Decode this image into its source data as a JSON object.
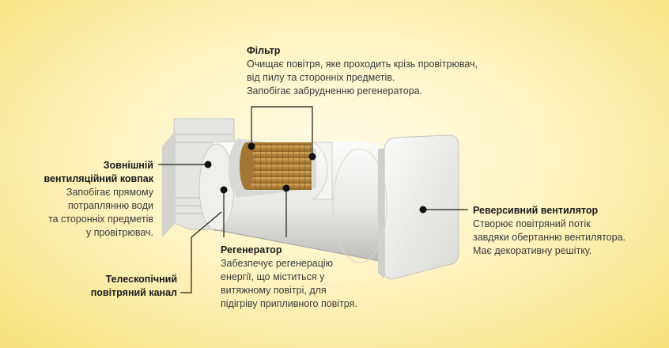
{
  "labels": {
    "filter": {
      "title": "Фільтр",
      "lines": [
        "Очищає повітря, яке проходить крізь провітрювач,",
        "від пилу та сторонніх предметів.",
        "Запобігає забрудненню регенератора."
      ]
    },
    "outer_hood": {
      "title_lines": [
        "Зовнішній",
        "вентиляційний ковпак"
      ],
      "lines": [
        "Запобігає прямому",
        "потраплянню води",
        "та сторонніх предметів",
        "у провітрювач."
      ]
    },
    "regenerator": {
      "title": "Регенератор",
      "lines": [
        "Забезпечує регенерацію",
        "енергії, що міститься у",
        "витяжному повітрі, для",
        "підігріву припливного повітря."
      ]
    },
    "telescopic": {
      "title_lines": [
        "Телескопічний",
        "повітряний канал"
      ]
    },
    "reversible_fan": {
      "title": "Реверсивний вентилятор",
      "lines": [
        "Створює повітряний потік",
        "завдяки обертанню вентилятора.",
        "Має декоративну решітку."
      ]
    }
  },
  "colors": {
    "background_center": "#fffbe6",
    "background_edge": "#f6e07a",
    "device_white": "#f2f2f0",
    "device_shadow": "#c9c9c6",
    "regenerator_core": "#b88a3e",
    "leader_line": "#1a1a1a"
  }
}
